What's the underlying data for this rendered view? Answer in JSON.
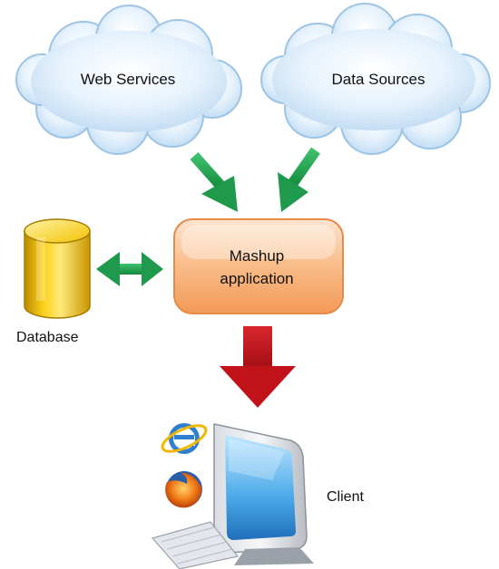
{
  "nodes": {
    "web_services": "Web Services",
    "data_sources": "Data Sources",
    "mashup_line1": "Mashup",
    "mashup_line2": "application",
    "database": "Database",
    "client": "Client"
  },
  "icons": {
    "cloud": "cloud-icon",
    "database": "database-cylinder-icon",
    "app": "application-box-icon",
    "client": "computer-monitor-icon",
    "browser_ie": "internet-explorer-icon",
    "browser_firefox": "firefox-icon",
    "keyboard": "keyboard-icon"
  },
  "colors": {
    "cloud_fill": "#cfe6f8",
    "cloud_edge": "#8fb9dd",
    "flow_in": "#1f9a4c",
    "flow_out": "#c3131a",
    "app_box": "#f7b07a",
    "database": "#f0b800"
  }
}
